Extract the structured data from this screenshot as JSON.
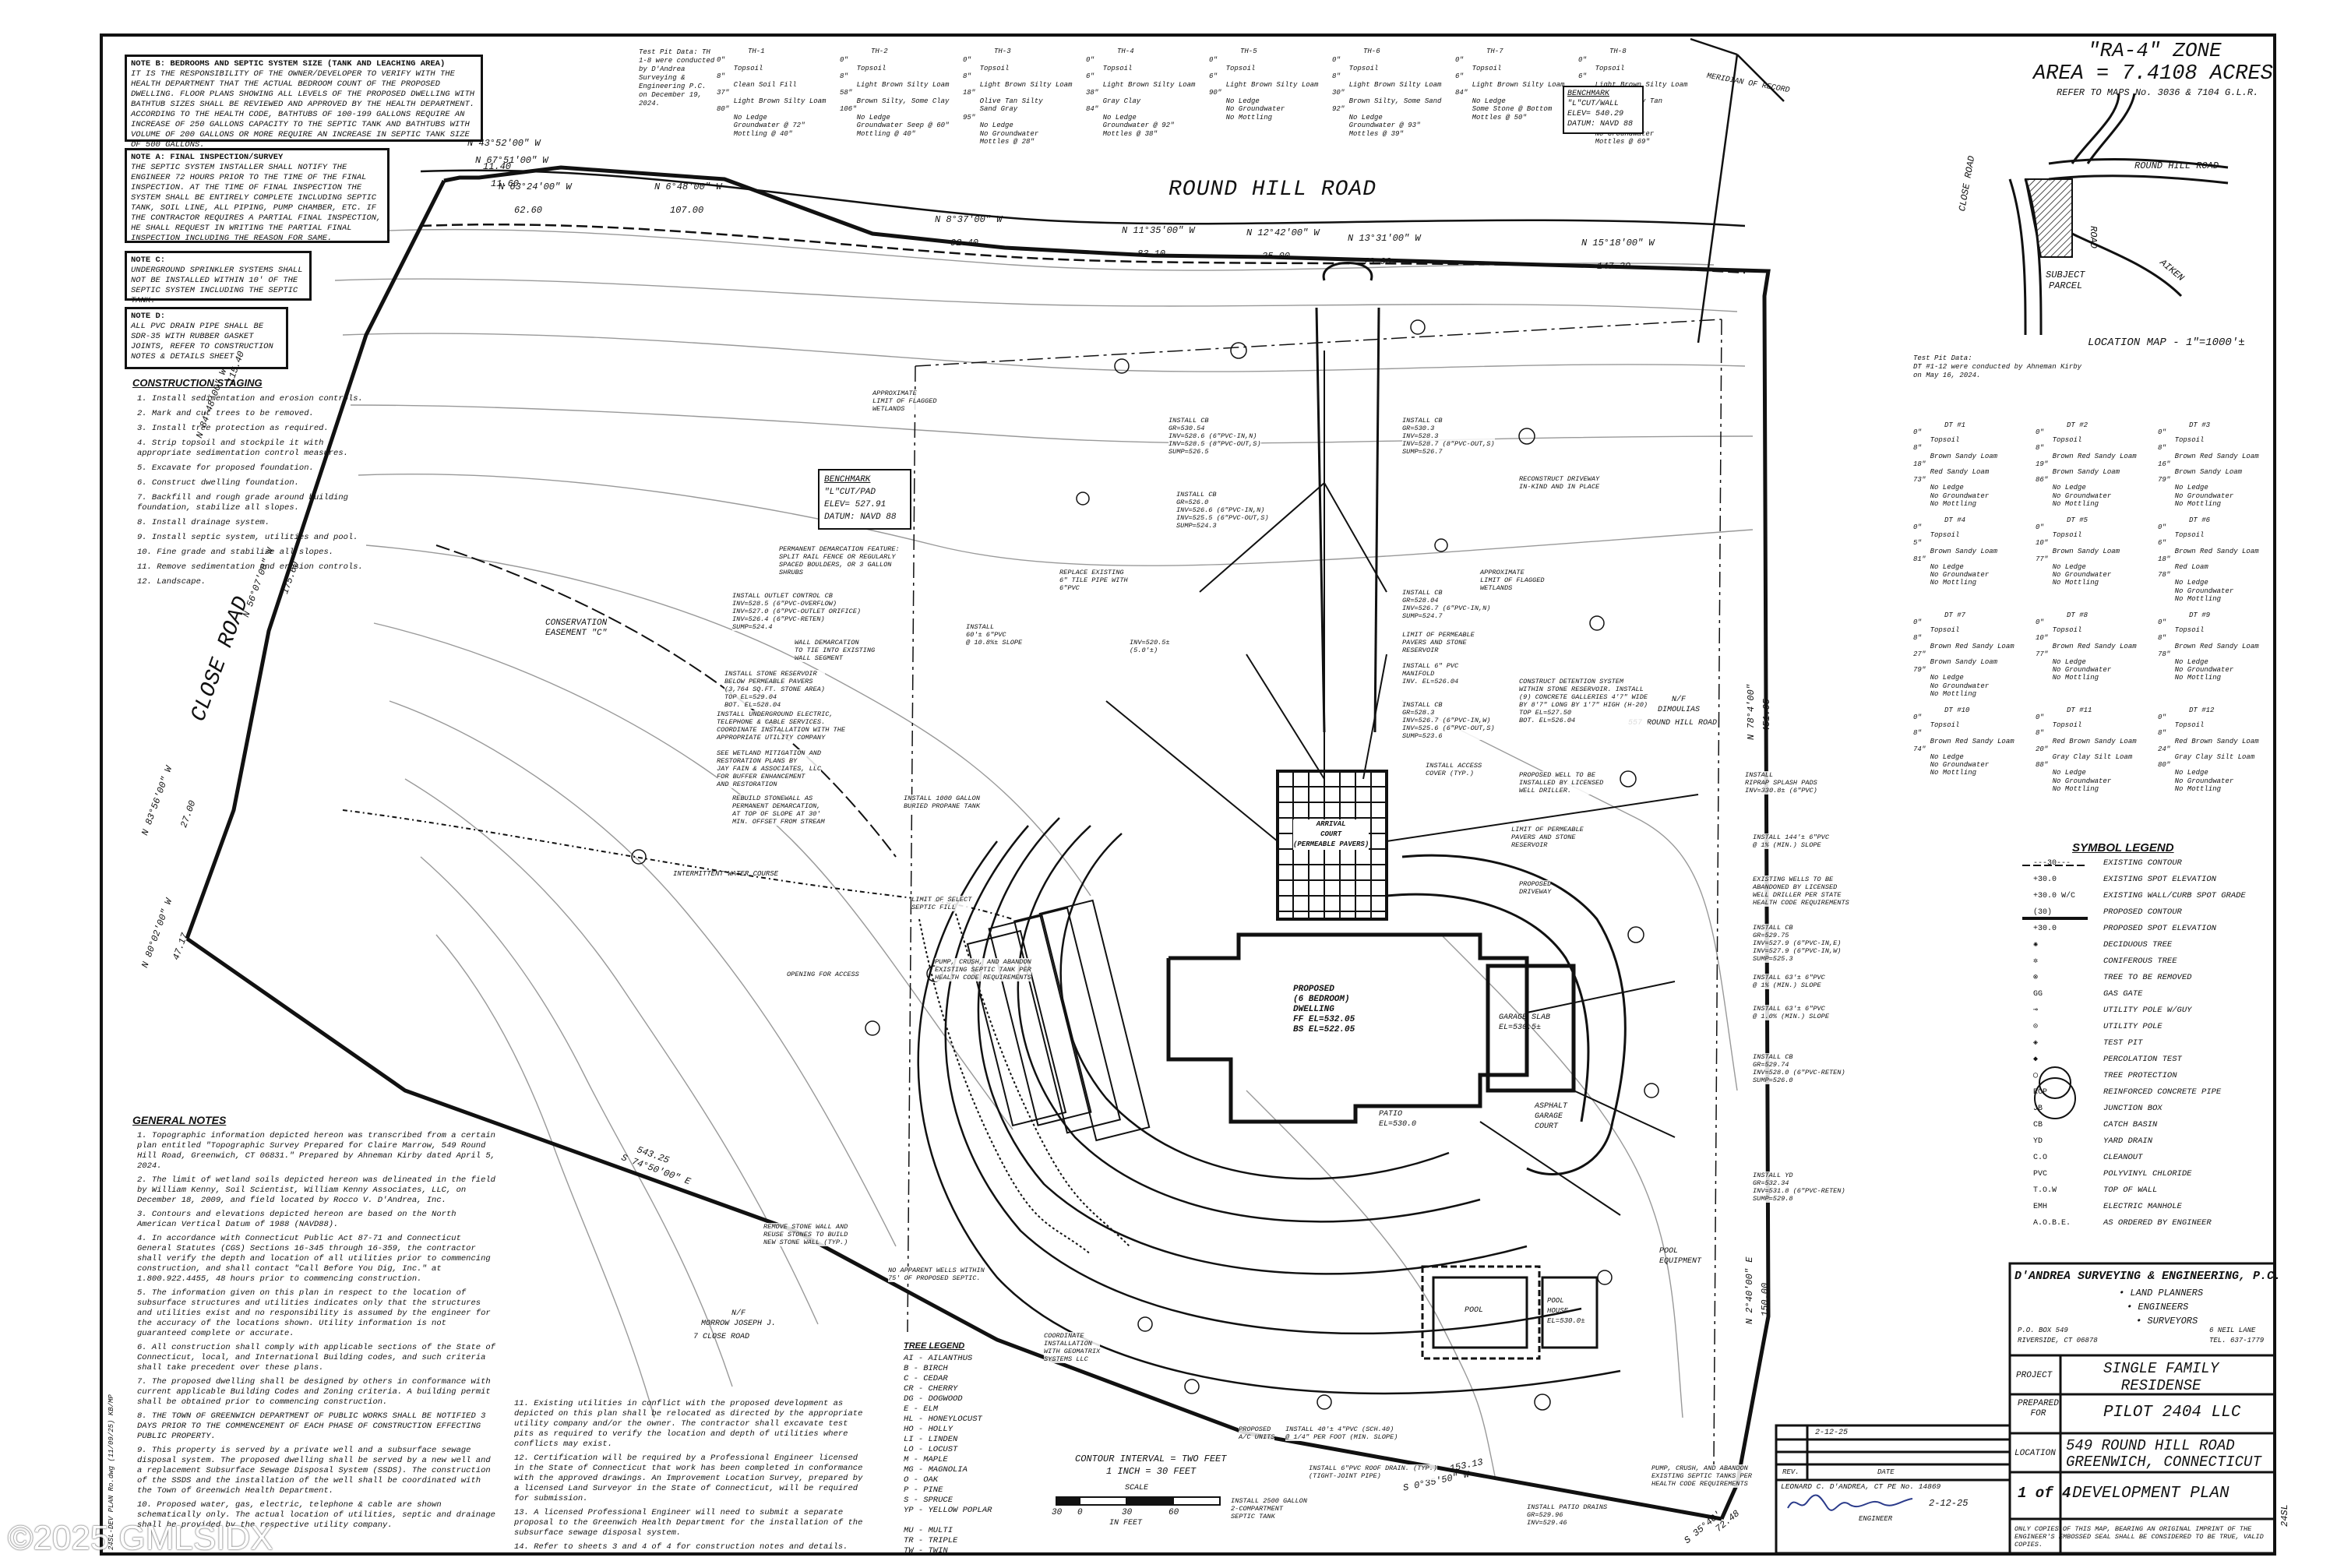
{
  "notes": {
    "note_b_title": "NOTE B: BEDROOMS AND SEPTIC SYSTEM SIZE (TANK AND LEACHING AREA)",
    "note_b_body": "IT IS THE RESPONSIBILITY OF THE OWNER/DEVELOPER TO VERIFY WITH THE HEALTH DEPARTMENT THAT THE ACTUAL BEDROOM COUNT OF THE PROPOSED DWELLING. FLOOR PLANS SHOWING ALL LEVELS OF THE PROPOSED DWELLING WITH BATHTUB SIZES SHALL BE REVIEWED AND APPROVED BY THE HEALTH DEPARTMENT. ACCORDING TO THE HEALTH CODE, BATHTUBS OF 100-199 GALLONS REQUIRE AN INCREASE OF 250 GALLONS CAPACITY TO THE SEPTIC TANK AND BATHTUBS WITH VOLUME OF 200 GALLONS OR MORE REQUIRE AN INCREASE IN SEPTIC TANK SIZE OF 500 GALLONS.",
    "note_a_title": "NOTE A: FINAL INSPECTION/SURVEY",
    "note_a_body": "THE SEPTIC SYSTEM INSTALLER SHALL NOTIFY THE ENGINEER 72 HOURS PRIOR TO THE TIME OF THE FINAL INSPECTION. AT THE TIME OF FINAL INSPECTION THE SYSTEM SHALL BE ENTIRELY COMPLETE INCLUDING SEPTIC TANK, SOIL LINE, ALL PIPING, PUMP CHAMBER, ETC. IF THE CONTRACTOR REQUIRES A PARTIAL FINAL INSPECTION, HE SHALL REQUEST IN WRITING THE PARTIAL FINAL INSPECTION INCLUDING THE REASON FOR SAME.",
    "note_c_title": "NOTE C:",
    "note_c_body": "UNDERGROUND SPRINKLER SYSTEMS SHALL NOT BE INSTALLED WITHIN 10' OF THE SEPTIC SYSTEM INCLUDING THE SEPTIC TANK.",
    "note_d_title": "NOTE D:",
    "note_d_body": "ALL PVC DRAIN PIPE SHALL BE SDR-35 WITH RUBBER GASKET JOINTS, REFER TO CONSTRUCTION NOTES & DETAILS SHEET"
  },
  "construction_staging": {
    "title": "CONSTRUCTION STAGING",
    "steps": [
      "1. Install sedimentation and erosion controls.",
      "2. Mark and cut trees to be removed.",
      "3. Install tree protection as required.",
      "4. Strip topsoil and stockpile it with appropriate sedimentation control measures.",
      "5. Excavate for proposed foundation.",
      "6. Construct dwelling foundation.",
      "7. Backfill and rough grade around building foundation, stabilize all slopes.",
      "8. Install drainage system.",
      "9. Install septic system, utilities and pool.",
      "10. Fine grade and stabilize all slopes.",
      "11. Remove sedimentation and erosion controls.",
      "12. Landscape."
    ]
  },
  "general_notes": {
    "title": "GENERAL NOTES",
    "items": [
      "1. Topographic information depicted hereon was transcribed from a certain plan entitled \"Topographic Survey Prepared for Claire Marrow, 549 Round Hill Road, Greenwich, CT 06831.\" Prepared by Ahneman Kirby dated April 5, 2024.",
      "2. The limit of wetland soils depicted hereon was delineated in the field by William Kenny, Soil Scientist, William Kenny Associates, LLC, on December 18, 2009, and field located by Rocco V. D'Andrea, Inc.",
      "3. Contours and elevations depicted hereon are based on the North American Vertical Datum of 1988 (NAVD88).",
      "4. In accordance with Connecticut Public Act 87-71 and Connecticut General Statutes (CGS) Sections 16-345 through 16-359, the contractor shall verify the depth and location of all utilities prior to commencing construction, and shall contact \"Call Before You Dig, Inc.\" at 1.800.922.4455, 48 hours prior to commencing construction.",
      "5. The information given on this plan in respect to the location of subsurface structures and utilities indicates only that the structures and utilities exist and no responsibility is assumed by the engineer for the accuracy of the locations shown. Utility information is not guaranteed complete or accurate.",
      "6. All construction shall comply with applicable sections of the State of Connecticut, local, and International Building codes, and such criteria shall take precedent over these plans.",
      "7. The proposed dwelling shall be designed by others in conformance with current applicable Building Codes and Zoning criteria. A building permit shall be obtained prior to commencing construction.",
      "8. THE TOWN OF GREENWICH DEPARTMENT OF PUBLIC WORKS SHALL BE NOTIFIED 3 DAYS PRIOR TO THE COMMENCEMENT OF EACH PHASE OF CONSTRUCTION EFFECTING PUBLIC PROPERTY.",
      "9. This property is served by a private well and a subsurface sewage disposal system. The proposed dwelling shall be served by a new well and a replacement Subsurface Sewage Disposal System (SSDS). The construction of the SSDS and the installation of the well shall be coordinated with the Town of Greenwich Health Department.",
      "10. Proposed water, gas, electric, telephone & cable are shown schematically only. The actual location of utilities, septic and drainage shall be provided by the respective utility company."
    ],
    "items_b": [
      "11. Existing utilities in conflict with the proposed development as depicted on this plan shall be relocated as directed by the appropriate utility company and/or the owner. The contractor shall excavate test pits as required to verify the location and depth of utilities where conflicts may exist.",
      "12. Certification will be required by a Professional Engineer licensed in the State of Connecticut that work has been completed in conformance with the approved drawings. An Improvement Location Survey, prepared by a licensed Land Surveyor in the State of Connecticut, will be required for submission.",
      "13. A licensed Professional Engineer will need to submit a separate proposal to the Greenwich Health Department for the installation of the subsurface sewage disposal system.",
      "14. Refer to sheets 3 and 4 of 4 for construction notes and details."
    ]
  },
  "test_pits_top": {
    "header": "Test Pit Data: TH 1-8 were conducted by D'Andrea Surveying & Engineering P.C. on December 19, 2024.",
    "pits": [
      {
        "id": "TH-1",
        "log": "0\"\n    Topsoil\n8\"\n    Clean Soil Fill\n37\"\n    Light Brown Silty Loam\n80\"\n    No Ledge\n    Groundwater @ 72\"\n    Mottling @ 40\""
      },
      {
        "id": "TH-2",
        "log": "0\"\n    Topsoil\n8\"\n    Light Brown Silty Loam\n58\"\n    Brown Silty, Some Clay\n106\"\n    No Ledge\n    Groundwater Seep @ 60\"\n    Mottling @ 40\""
      },
      {
        "id": "TH-3",
        "log": "0\"\n    Topsoil\n8\"\n    Light Brown Silty Loam\n18\"\n    Olive Tan Silty\n    Sand Gray\n95\"\n    No Ledge\n    No Groundwater\n    Mottles @ 28\""
      },
      {
        "id": "TH-4",
        "log": "0\"\n    Topsoil\n6\"\n    Light Brown Silty Loam\n38\"\n    Gray Clay\n84\"\n    No Ledge\n    Groundwater @ 92\"\n    Mottles @ 38\""
      },
      {
        "id": "TH-5",
        "log": "0\"\n    Topsoil\n6\"\n    Light Brown Silty Loam\n90\"\n    No Ledge\n    No Groundwater\n    No Mottling"
      },
      {
        "id": "TH-6",
        "log": "0\"\n    Topsoil\n8\"\n    Light Brown Silty Loam\n30\"\n    Brown Silty, Some Sand\n92\"\n    No Ledge\n    Groundwater @ 93\"\n    Mottles @ 39\""
      },
      {
        "id": "TH-7",
        "log": "0\"\n    Topsoil\n6\"\n    Light Brown Silty Loam\n84\"\n    No Ledge\n    Some Stone @ Bottom\n    Mottles @ 50\""
      },
      {
        "id": "TH-8",
        "log": "0\"\n    Topsoil\n6\"\n    Light Brown Silty Loam\n34\"\n    Mottle Silty Tan\n    with Clay\n85\"\n    No Ledge\n    No Groundwater\n    Mottles @ 69\""
      }
    ]
  },
  "benchmark_top": {
    "title": "BENCHMARK",
    "l1": "\"L\"CUT/WALL",
    "l2": "ELEV= 540.29",
    "l3": "DATUM: NAVD 88"
  },
  "benchmark_mid": {
    "title": "BENCHMARK",
    "l1": "\"L\"CUT/PAD",
    "l2": "ELEV= 527.91",
    "l3": "DATUM: NAVD 88"
  },
  "zone": {
    "title": "\"RA-4\" ZONE",
    "area": "AREA = 7.4108 ACRES",
    "ref": "REFER TO MAPS No. 3036 & 7104 G.L.R."
  },
  "location_map": {
    "round_hill": "ROUND HILL ROAD",
    "close_road": "CLOSE ROAD",
    "road": "ROAD",
    "aiken": "AIKEN",
    "subject": "SUBJECT",
    "parcel": "PARCEL",
    "caption": "LOCATION MAP - 1\"=1000'±"
  },
  "test_pits_right": {
    "header": "Test Pit Data:\nDT #1-12 were conducted by Ahneman Kirby\non May 16, 2024.",
    "pits": [
      {
        "id": "DT #1",
        "log": "0\"\n    Topsoil\n8\"\n    Brown Sandy Loam\n18\"\n    Red Sandy Loam\n73\"\n    No Ledge\n    No Groundwater\n    No Mottling"
      },
      {
        "id": "DT #2",
        "log": "0\"\n    Topsoil\n8\"\n    Brown Red Sandy Loam\n19\"\n    Brown Sandy Loam\n86\"\n    No Ledge\n    No Groundwater\n    No Mottling"
      },
      {
        "id": "DT #3",
        "log": "0\"\n    Topsoil\n8\"\n    Brown Red Sandy Loam\n16\"\n    Brown Sandy Loam\n79\"\n    No Ledge\n    No Groundwater\n    No Mottling"
      },
      {
        "id": "DT #4",
        "log": "0\"\n    Topsoil\n5\"\n    Brown Sandy Loam\n81\"\n    No Ledge\n    No Groundwater\n    No Mottling"
      },
      {
        "id": "DT #5",
        "log": "0\"\n    Topsoil\n10\"\n    Brown Sandy Loam\n77\"\n    No Ledge\n    No Groundwater\n    No Mottling"
      },
      {
        "id": "DT #6",
        "log": "0\"\n    Topsoil\n6\"\n    Brown Red Sandy Loam\n18\"\n    Red Loam\n78\"\n    No Ledge\n    No Groundwater\n    No Mottling"
      },
      {
        "id": "DT #7",
        "log": "0\"\n    Topsoil\n8\"\n    Brown Red Sandy Loam\n27\"\n    Brown Sandy Loam\n79\"\n    No Ledge\n    No Groundwater\n    No Mottling"
      },
      {
        "id": "DT #8",
        "log": "0\"\n    Topsoil\n10\"\n    Brown Red Sandy Loam\n77\"\n    No Ledge\n    No Groundwater\n    No Mottling"
      },
      {
        "id": "DT #9",
        "log": "0\"\n    Topsoil\n8\"\n    Brown Red Sandy Loam\n78\"\n    No Ledge\n    No Groundwater\n    No Mottling"
      },
      {
        "id": "DT #10",
        "log": "0\"\n    Topsoil\n8\"\n    Brown Red Sandy Loam\n74\"\n    No Ledge\n    No Groundwater\n    No Mottling"
      },
      {
        "id": "DT #11",
        "log": "0\"\n    Topsoil\n8\"\n    Red Brown Sandy Loam\n20\"\n    Gray Clay Silt Loam\n88\"\n    No Ledge\n    No Groundwater\n    No Mottling"
      },
      {
        "id": "DT #12",
        "log": "0\"\n    Topsoil\n8\"\n    Red Brown Sandy Loam\n24\"\n    Gray Clay Silt Loam\n80\"\n    No Ledge\n    No Groundwater\n    No Mottling"
      }
    ]
  },
  "symbol_legend": {
    "title": "SYMBOL LEGEND",
    "items": [
      {
        "sym": "---30---",
        "label": "EXISTING CONTOUR"
      },
      {
        "sym": "+30.0",
        "label": "EXISTING SPOT ELEVATION"
      },
      {
        "sym": "+30.0 W/C",
        "label": "EXISTING WALL/CURB SPOT GRADE"
      },
      {
        "sym": "(30)",
        "label": "PROPOSED CONTOUR"
      },
      {
        "sym": "+30.0",
        "label": "PROPOSED SPOT ELEVATION"
      },
      {
        "sym": "✺",
        "label": "DECIDUOUS TREE"
      },
      {
        "sym": "✲",
        "label": "CONIFEROUS TREE"
      },
      {
        "sym": "⊗",
        "label": "TREE TO BE REMOVED"
      },
      {
        "sym": "GG",
        "label": "GAS GATE"
      },
      {
        "sym": "⊸",
        "label": "UTILITY POLE W/GUY"
      },
      {
        "sym": "⊙",
        "label": "UTILITY POLE"
      },
      {
        "sym": "◈",
        "label": "TEST PIT"
      },
      {
        "sym": "◆",
        "label": "PERCOLATION TEST"
      },
      {
        "sym": "◯",
        "label": "TREE PROTECTION"
      },
      {
        "sym": "RCP",
        "label": "REINFORCED CONCRETE PIPE"
      },
      {
        "sym": "JB",
        "label": "JUNCTION BOX"
      },
      {
        "sym": "CB",
        "label": "CATCH BASIN"
      },
      {
        "sym": "YD",
        "label": "YARD DRAIN"
      },
      {
        "sym": "C.O",
        "label": "CLEANOUT"
      },
      {
        "sym": "PVC",
        "label": "POLYVINYL CHLORIDE"
      },
      {
        "sym": "T.O.W",
        "label": "TOP OF WALL"
      },
      {
        "sym": "EMH",
        "label": "ELECTRIC MANHOLE"
      },
      {
        "sym": "A.O.B.E.",
        "label": "AS ORDERED BY ENGINEER"
      }
    ]
  },
  "tree_legend": {
    "title": "TREE LEGEND",
    "items": [
      "AI - AILANTHUS",
      "B - BIRCH",
      "C - CEDAR",
      "CR - CHERRY",
      "DG - DOGWOOD",
      "E - ELM",
      "HL - HONEYLOCUST",
      "HO - HOLLY",
      "LI - LINDEN",
      "LO - LOCUST",
      "M - MAPLE",
      "MG - MAGNOLIA",
      "O - OAK",
      "P - PINE",
      "S - SPRUCE",
      "YP - YELLOW POPLAR",
      "",
      "MU - MULTI",
      "TR - TRIPLE",
      "TW - TWIN"
    ]
  },
  "scale": {
    "contour": "CONTOUR INTERVAL = TWO FEET",
    "inch": "1 INCH = 30 FEET",
    "label": "SCALE",
    "t0": "30",
    "t1": "0",
    "t2": "30",
    "t3": "60",
    "unit": "IN FEET"
  },
  "map": {
    "round_hill_road": "ROUND HILL ROAD",
    "close_road": "CLOSE ROAD",
    "meridian": "MERIDIAN OF RECORD",
    "conservation": "CONSERVATION\nEASEMENT \"C\"",
    "intermittent": "INTERMITTENT WATER COURSE",
    "neighbor_e_label": "N/F\nDIMOULIAS",
    "neighbor_e_addr": "557 ROUND HILL ROAD",
    "neighbor_s_label": "N/F\nMORROW JOSEPH J.",
    "neighbor_s_addr": "7 CLOSE ROAD",
    "dwelling": "PROPOSED\n(6 BEDROOM)\nDWELLING\nFF EL=532.05\nBS EL=522.05",
    "arrival_court": "ARRIVAL\nCOURT\n(PERMEABLE PAVERS)",
    "garage": "GARAGE SLAB\nEL=530.5±",
    "patio1": "PATIO\nEL=530.0",
    "asphalt_court": "ASPHALT\nGARAGE\nCOURT",
    "pool": "POOL",
    "pool_house": "POOL\nHOUSE\nEL=530.0±",
    "pool_equipment": "POOL\nEQUIPMENT",
    "bearings": [
      {
        "text": "N 43°52'00\" W",
        "sub": "11.40"
      },
      {
        "text": "N 67°51'00\" W",
        "sub": "11.60"
      },
      {
        "text": "N 63°24'00\" W",
        "sub": "62.60"
      },
      {
        "text": "N 6°48'00\" W",
        "sub": "107.00"
      },
      {
        "text": "N 8°37'00\" W",
        "sub": "92.40"
      },
      {
        "text": "N 11°35'00\" W",
        "sub": "83.10"
      },
      {
        "text": "N 12°42'00\" W",
        "sub": "35.00"
      },
      {
        "text": "N 13°31'00\" W",
        "sub": "73.90"
      },
      {
        "text": "N 15°18'00\" W",
        "sub": "147.39"
      }
    ],
    "left_bearings": [
      "N 84°48'00\" W",
      "115.40",
      "N 56°07'00\" W",
      "175.60",
      "N 83°56'00\" W",
      "27.00",
      "N 80°02'00\" W",
      "47.17"
    ],
    "south_bearings": [
      "S 74°50'00\" E",
      "543.25",
      "S 0°35'50\" W",
      "153.13",
      "S 35°40'",
      "72.48",
      "N 2°40'00\" E",
      "150.00",
      "N 78°4'00\"",
      "451.05"
    ],
    "callouts": [
      "INSTALL CB\nGR=530.54\nINV=528.6 (6\"PVC-IN,N)\nINV=528.5 (8\"PVC-OUT,S)\nSUMP=526.5",
      "INSTALL CB\nGR=530.3\nINV=528.3\nINV=528.7 (8\"PVC-OUT,S)\nSUMP=526.7",
      "INSTALL CB\nGR=526.0\nINV=526.6 (6\"PVC-IN,N)\nINV=525.5 (6\"PVC-OUT,S)\nSUMP=524.3",
      "RECONSTRUCT DRIVEWAY\nIN-KIND AND IN PLACE",
      "PERMANENT DEMARCATION FEATURE:\nSPLIT RAIL FENCE OR REGULARLY\nSPACED BOULDERS, OR 3 GALLON\nSHRUBS",
      "REPLACE EXISTING\n6\" TILE PIPE WITH\n6\"PVC",
      "INSTALL OUTLET CONTROL CB\nINV=528.5 (6\"PVC-OVERFLOW)\nINV=527.0 (6\"PVC-OUTLET ORIFICE)\nINV=526.4 (6\"PVC-RETEN)\nSUMP=524.4",
      "INSTALL\n60'± 6\"PVC\n@ 10.8%± SLOPE",
      "WALL DEMARCATION\nTO TIE INTO EXISTING\nWALL SEGMENT",
      "INSTALL STONE RESERVOIR\nBELOW PERMEABLE PAVERS\n(3,764 SQ.FT. STONE AREA)\nTOP EL=529.04\nBOT. EL=528.04",
      "INSTALL UNDERGROUND ELECTRIC,\nTELEPHONE & CABLE SERVICES.\nCOORDINATE INSTALLATION WITH THE\nAPPROPRIATE UTILITY COMPANY",
      "SEE WETLAND MITIGATION AND\nRESTORATION PLANS BY\nJAY FAIN & ASSOCIATES, LLC\nFOR BUFFER ENHANCEMENT\nAND RESTORATION",
      "REBUILD STONEWALL AS\nPERMANENT DEMARCATION,\nAT TOP OF SLOPE AT 30'\nMIN. OFFSET FROM STREAM",
      "INSTALL 1000 GALLON\nBURIED PROPANE TANK",
      "INSTALL CB\nGR=528.04\nINV=526.7 (6\"PVC-IN,N)\nSUMP=524.7",
      "LIMIT OF PERMEABLE\nPAVERS AND STONE\nRESERVOIR",
      "INSTALL 6\" PVC\nMANIFOLD\nINV. EL=526.04",
      "CONSTRUCT DETENTION SYSTEM\nWITHIN STONE RESERVOIR. INSTALL\n(9) CONCRETE GALLERIES 4'7\" WIDE\nBY 8'7\" LONG BY 1'7\" HIGH (H-20)\nTOP EL=527.50\nBOT. EL=526.04",
      "INSTALL CB\nGR=528.3\nINV=526.7 (6\"PVC-IN,W)\nINV=525.6 (6\"PVC-OUT,S)\nSUMP=523.6",
      "INSTALL ACCESS\nCOVER (TYP.)",
      "PROPOSED WELL TO BE\nINSTALLED BY LICENSED\nWELL DRILLER.",
      "INSTALL\nRIPRAP SPLASH PADS\nINV=330.8± (6\"PVC)",
      "LIMIT OF PERMEABLE\nPAVERS AND STONE\nRESERVOIR",
      "PROPOSED\nDRIVEWAY",
      "INSTALL 144'± 6\"PVC\n@ 1% (MIN.) SLOPE",
      "EXISTING WELLS TO BE\nABANDONED BY LICENSED\nWELL DRILLER PER STATE\nHEALTH CODE REQUIREMENTS",
      "INSTALL CB\nGR=529.75\nINV=527.9 (6\"PVC-IN,E)\nINV=527.9 (6\"PVC-IN,W)\nSUMP=525.3",
      "INSTALL 63'± 6\"PVC\n@ 1% (MIN.) SLOPE",
      "INSTALL 63'± 6\"PVC\n@ 1.0% (MIN.) SLOPE",
      "INSTALL CB\nGR=529.74\nINV=528.0 (6\"PVC-RETEN)\nSUMP=526.0",
      "INSTALL YD\nGR=532.34\nINV=531.8 (6\"PVC-RETEN)\nSUMP=529.8",
      "LIMIT OF SELECT\nSEPTIC FILL",
      "PUMP, CRUSH, AND ABANDON\nEXISTING SEPTIC TANK PER\nHEALTH CODE REQUIREMENTS",
      "OPENING FOR ACCESS",
      "REMOVE STONE WALL AND\nREUSE STONES TO BUILD\nNEW STONE WALL (TYP.)",
      "NO APPARENT WELLS WITHIN\n75' OF PROPOSED SEPTIC.",
      "COORDINATE\nINSTALLATION\nWITH GEOMATRIX\nSYSTEMS LLC",
      "INSTALL 40'± 4\"PVC (SCH.40)\n@ 1/4\" PER FOOT (MIN. SLOPE)",
      "PROPOSED\nA/C UNITS",
      "INSTALL 6\"PVC ROOF DRAIN. (TYP.)\n(TIGHT-JOINT PIPE)",
      "INSTALL 2500 GALLON\n2-COMPARTMENT\nSEPTIC TANK",
      "INSTALL PATIO DRAINS\nGR=529.96\nINV=529.46",
      "PUMP, CRUSH, AND ABANDON\nEXISTING SEPTIC TANKS PER\nHEALTH CODE REQUIREMENTS",
      "APPROXIMATE\nLIMIT OF FLAGGED\nWETLANDS",
      "APPROXIMATE\nLIMIT OF FLAGGED\nWETLANDS",
      "INV=520.5±\n(5.0'±)"
    ]
  },
  "title_block": {
    "firm": "D'ANDREA SURVEYING & ENGINEERING, P.C.",
    "services": [
      "• LAND PLANNERS",
      "• ENGINEERS",
      "• SURVEYORS"
    ],
    "addr_l": "P.O. BOX 549\nRIVERSIDE, CT 06878",
    "addr_r": "6 NEIL LANE\nTEL. 637-1779",
    "project_label": "PROJECT",
    "project": "SINGLE FAMILY\nRESIDENSE",
    "prepared_label": "PREPARED\nFOR",
    "prepared": "PILOT 2404 LLC",
    "location_label": "LOCATION",
    "location": "549 ROUND HILL ROAD\nGREENWICH, CONNECTICUT",
    "sheet": "1 of 4",
    "sheet_title": "DEVELOPMENT PLAN",
    "rev_date": "2-12-25",
    "rev_label": "REV.",
    "date_label": "DATE",
    "engineer_line": "LEONARD C. D'ANDREA, CT PE No. 14869",
    "engineer_label": "ENGINEER",
    "sign_date": "2-12-25",
    "disclaimer": "ONLY COPIES OF THIS MAP, BEARING AN ORIGINAL IMPRINT OF THE ENGINEER'S EMBOSSED SEAL SHALL BE CONSIDERED TO BE TRUE, VALID COPIES.",
    "dwg": "24SL",
    "side_text": "24SL-DEV PLAN Ro.dwg (11/09/25) KB/MP",
    "watermark": "©2025 GMLSIDX"
  }
}
